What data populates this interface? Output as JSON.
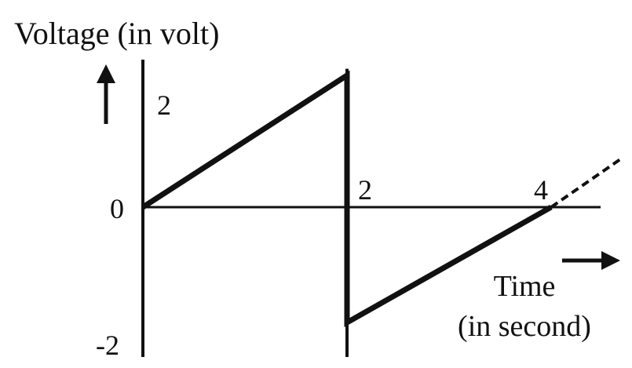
{
  "chart_data": {
    "type": "line",
    "ylabel": "Voltage (in volt)",
    "xlabel_lines": [
      "Time",
      "(in second)"
    ],
    "x_ticks": [
      {
        "value": 2,
        "label": "2"
      },
      {
        "value": 4,
        "label": "4"
      }
    ],
    "y_ticks": [
      {
        "value": 2,
        "label": "2"
      },
      {
        "value": 0,
        "label": "0"
      },
      {
        "value": -2,
        "label": "-2"
      }
    ],
    "xlim": [
      0,
      4.7
    ],
    "ylim": [
      -2,
      2
    ],
    "series": [
      {
        "style": "solid",
        "points": [
          [
            0,
            0
          ],
          [
            2,
            2
          ],
          [
            2,
            -1.75
          ],
          [
            4,
            0
          ]
        ]
      },
      {
        "style": "dashed",
        "points": [
          [
            4,
            0
          ],
          [
            4.7,
            0.75
          ]
        ]
      }
    ],
    "colors": {
      "ink": "#111111"
    }
  }
}
